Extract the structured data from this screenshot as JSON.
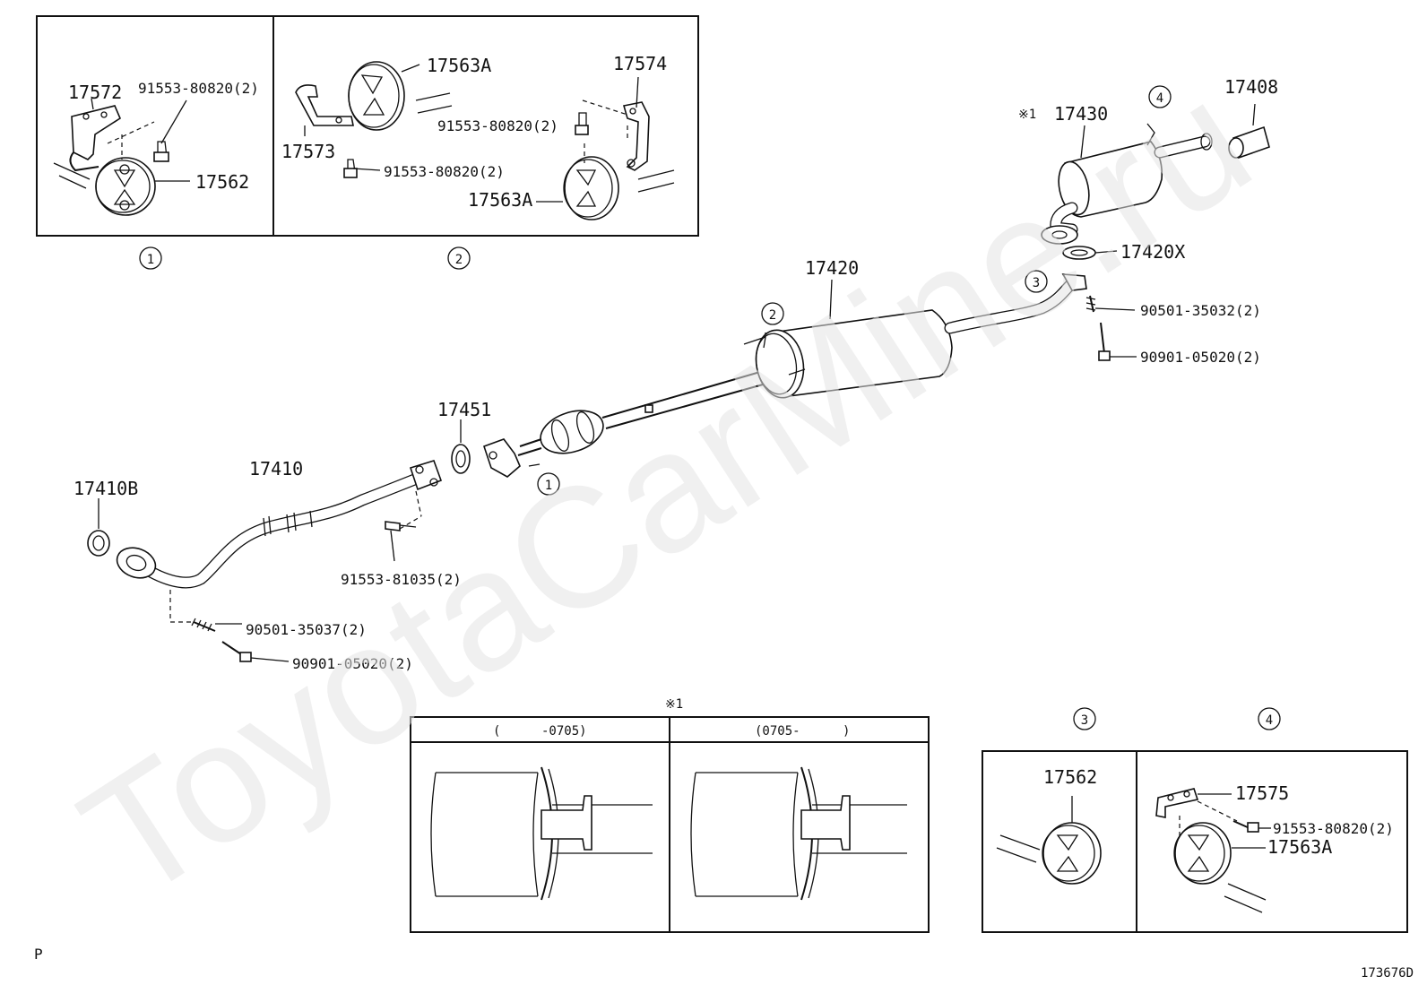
{
  "watermark": "ToyotaCarMine.ru",
  "diagram_code": "173676D",
  "corner_mark": "P",
  "circle_nums": {
    "c1": "1",
    "c2": "2",
    "c3": "3",
    "c4": "4"
  },
  "note_mark": "※1",
  "labels": {
    "p17572": "17572",
    "p91553_80820_a": "91553-80820(2)",
    "p17562_a": "17562",
    "p17563A_a": "17563A",
    "p17574": "17574",
    "p91553_80820_b": "91553-80820(2)",
    "p17573": "17573",
    "p91553_80820_c": "91553-80820(2)",
    "p17563A_b": "17563A",
    "p17430": "17430",
    "p17408": "17408",
    "p17420X": "17420X",
    "p17420": "17420",
    "p90501_35032": "90501-35032(2)",
    "p90901_05020_a": "90901-05020(2)",
    "p17451": "17451",
    "p17410B": "17410B",
    "p17410": "17410",
    "p91553_81035": "91553-81035(2)",
    "p90501_35037": "90501-35037(2)",
    "p90901_05020_b": "90901-05020(2)",
    "p17562_b": "17562",
    "p17575": "17575",
    "p91553_80820_d": "91553-80820(2)",
    "p17563A_c": "17563A"
  },
  "ranges": {
    "left_paren": "(",
    "left_code": "-0705)",
    "right_code": "(0705-",
    "right_paren": ")"
  }
}
